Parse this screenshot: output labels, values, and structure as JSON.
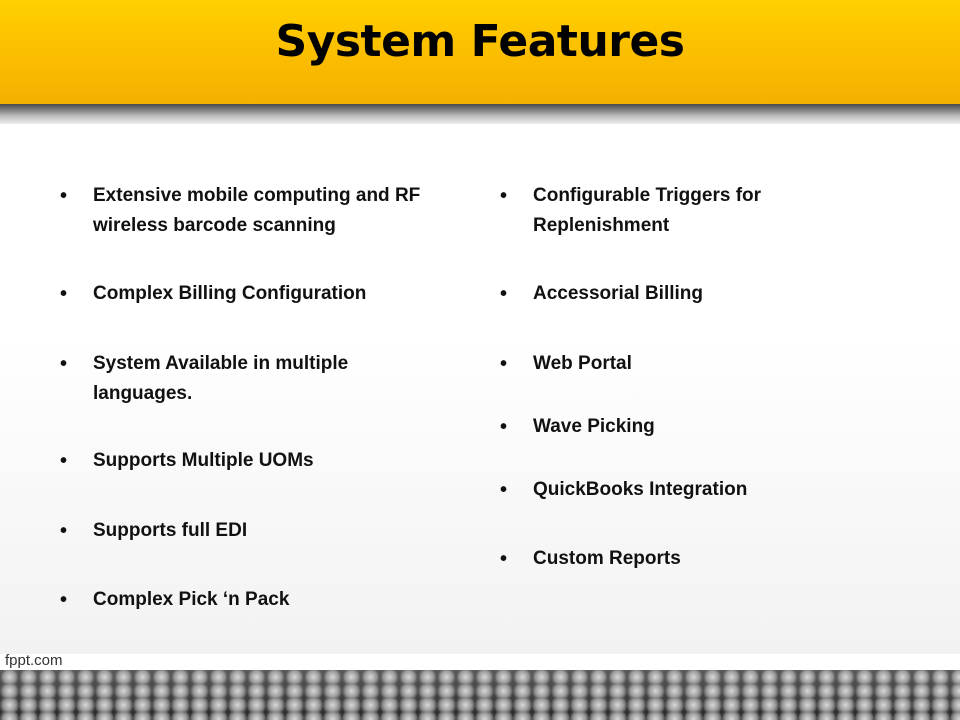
{
  "slide": {
    "title": "System Features",
    "left_features": [
      "Extensive mobile computing and RF wireless barcode scanning",
      "Complex Billing Configuration",
      "System Available in multiple languages.",
      "Supports Multiple UOMs",
      "Supports full EDI",
      "Complex Pick ‘n Pack"
    ],
    "right_features": [
      "Configurable Triggers for Replenishment",
      "Accessorial Billing",
      "Web Portal",
      "Wave Picking",
      "QuickBooks Integration",
      "Custom Reports"
    ],
    "bullet_glyph": "•",
    "footer": "fppt.com"
  },
  "colors": {
    "header": "#fbbd00",
    "text": "#111111"
  }
}
